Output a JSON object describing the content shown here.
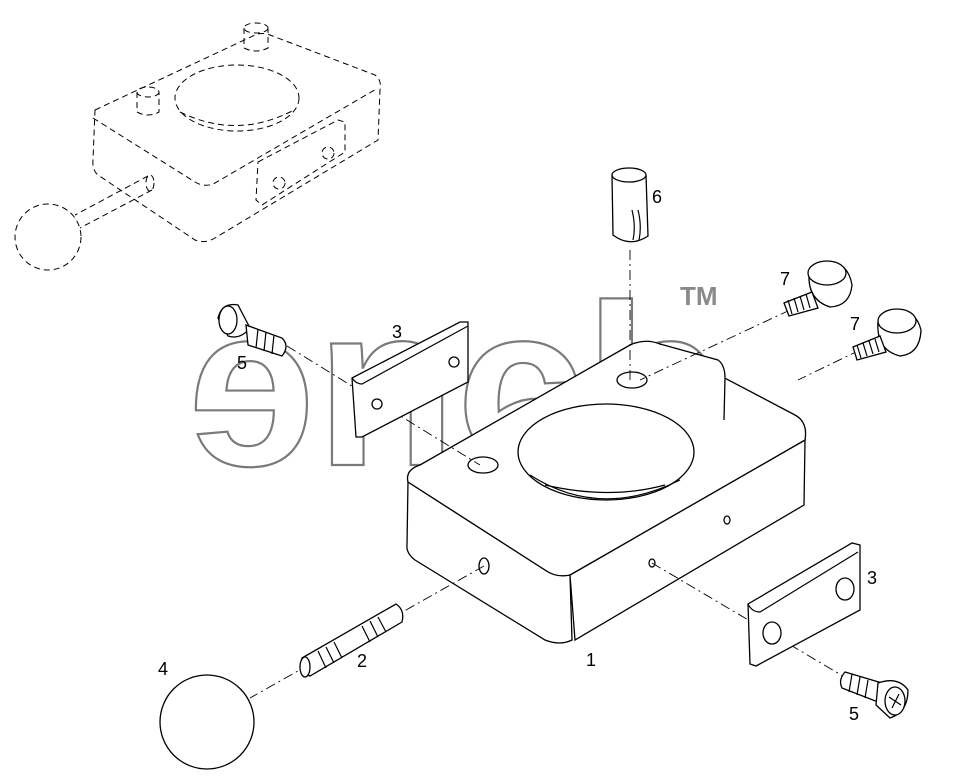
{
  "diagram": {
    "watermark": {
      "text": "ɘnɕb",
      "trademark": "TM"
    },
    "labels": {
      "housing": "1",
      "pin": "2",
      "plate_left": "3",
      "plate_right": "3",
      "ball": "4",
      "screw_left": "5",
      "screw_right": "5",
      "dowel": "6",
      "bolt_upper": "7",
      "bolt_lower": "7"
    },
    "colors": {
      "line": "#000000",
      "watermark": "#7a7a7a",
      "background": "#ffffff"
    }
  }
}
